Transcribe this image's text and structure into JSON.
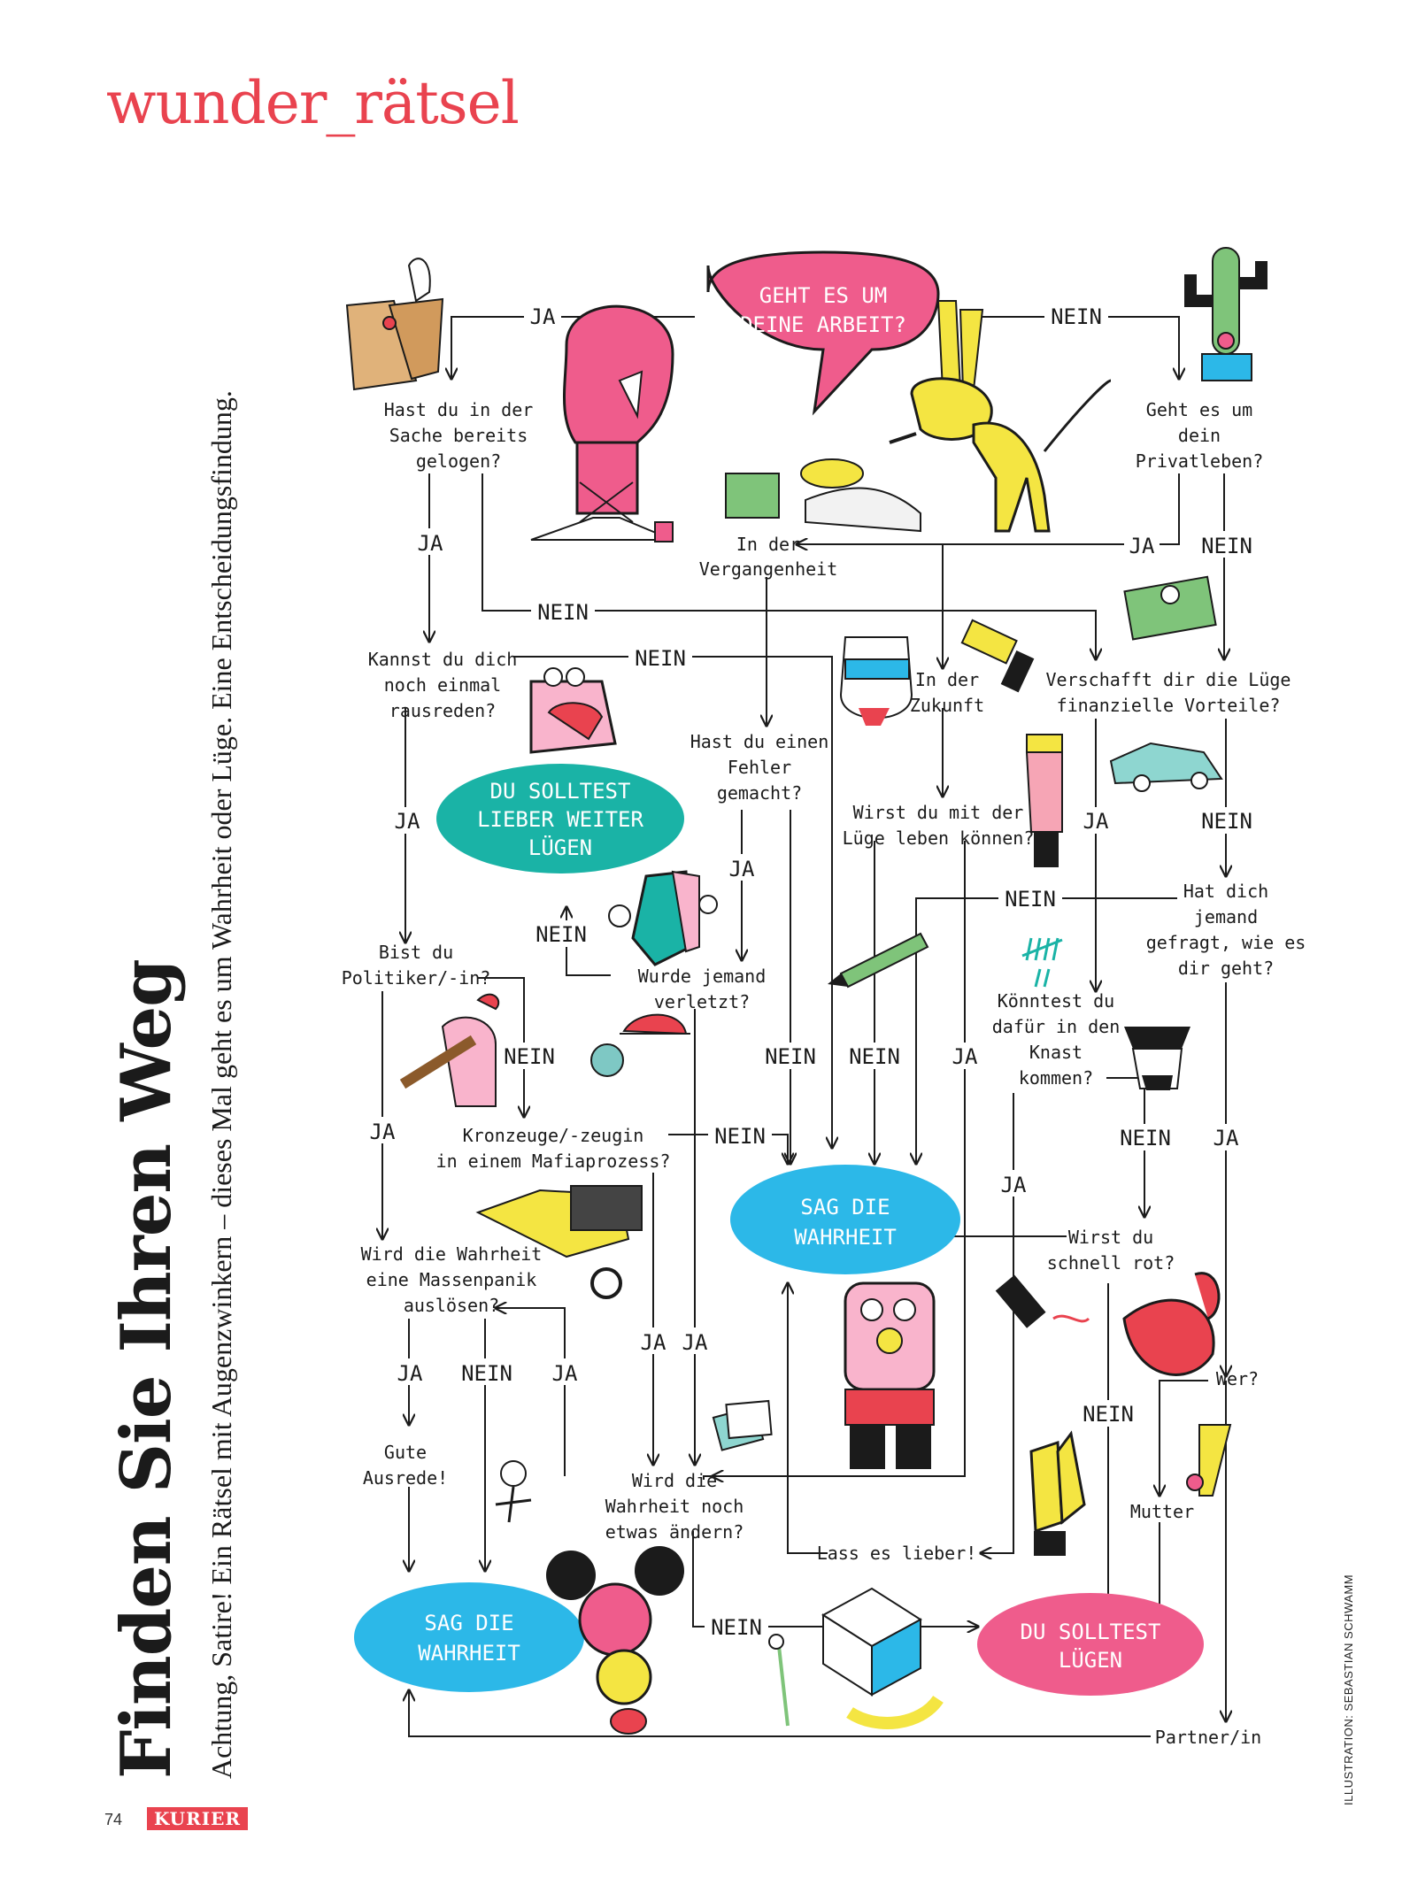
{
  "header": {
    "brand": "wunder_rätsel"
  },
  "title": "Finden Sie Ihren Weg",
  "subtitle": "Achtung, Satire! Ein Rätsel mit Augenzwinkern – dieses Mal geht es um Wahrheit oder Lüge. Eine Entscheidungsfindung.",
  "credit": "ILLUSTRATION: SEBASTIAN SCHWAMM",
  "footer": {
    "page_number": "74",
    "magazine": "KURIER"
  },
  "colors": {
    "accent_red": "#e9434f",
    "pink": "#ef5c8c",
    "teal": "#1ab3a6",
    "blue": "#2cb8e8"
  },
  "flow": {
    "start": [
      "GEHT ES UM",
      "DEINE ARBEIT?"
    ],
    "questions": {
      "q_gelogen": [
        "Hast du in der",
        "Sache bereits",
        "gelogen?"
      ],
      "q_privat": [
        "Geht es um",
        "dein",
        "Privatleben?"
      ],
      "q_vergangenheit": [
        "In der",
        "Vergangenheit"
      ],
      "q_zukunft": [
        "In der",
        "Zukunft"
      ],
      "q_rausreden": [
        "Kannst du dich",
        "noch einmal",
        "rausreden?"
      ],
      "q_finanziell": [
        "Verschafft dir die Lüge",
        "finanzielle Vorteile?"
      ],
      "q_fehler": [
        "Hast du einen",
        "Fehler",
        "gemacht?"
      ],
      "q_leben": [
        "Wirst du mit der",
        "Lüge leben können?"
      ],
      "q_gefragt": [
        "Hat dich",
        "jemand",
        "gefragt, wie es",
        "dir geht?"
      ],
      "q_politiker": [
        "Bist du",
        "Politiker/-in?"
      ],
      "q_verletzt": [
        "Wurde jemand",
        "verletzt?"
      ],
      "q_knast": [
        "Könntest du",
        "dafür in den",
        "Knast",
        "kommen?"
      ],
      "q_kronzeuge": [
        "Kronzeuge/-zeugin",
        "in einem Mafiaprozess?"
      ],
      "q_rot": [
        "Wirst du",
        "schnell rot?"
      ],
      "q_panik": [
        "Wird die Wahrheit",
        "eine Massenpanik",
        "auslösen?"
      ],
      "q_wer": [
        "Wer?"
      ],
      "q_aendern": [
        "Wird die",
        "Wahrheit noch",
        "etwas ändern?"
      ],
      "q_ausrede": [
        "Gute",
        "Ausrede!"
      ],
      "q_mutter": [
        "Mutter"
      ],
      "q_lieber": [
        "Lass es lieber!"
      ],
      "q_partner": [
        "Partner/in"
      ]
    },
    "results": {
      "r_weiter_luegen": [
        "DU SOLLTEST",
        "LIEBER WEITER",
        "LÜGEN"
      ],
      "r_wahrheit_center": [
        "SAG DIE",
        "WAHRHEIT"
      ],
      "r_wahrheit_bottom": [
        "SAG DIE",
        "WAHRHEIT"
      ],
      "r_luegen": [
        "DU SOLLTEST",
        "LÜGEN"
      ]
    },
    "edge_labels": {
      "yes": "JA",
      "no": "NEIN"
    }
  }
}
